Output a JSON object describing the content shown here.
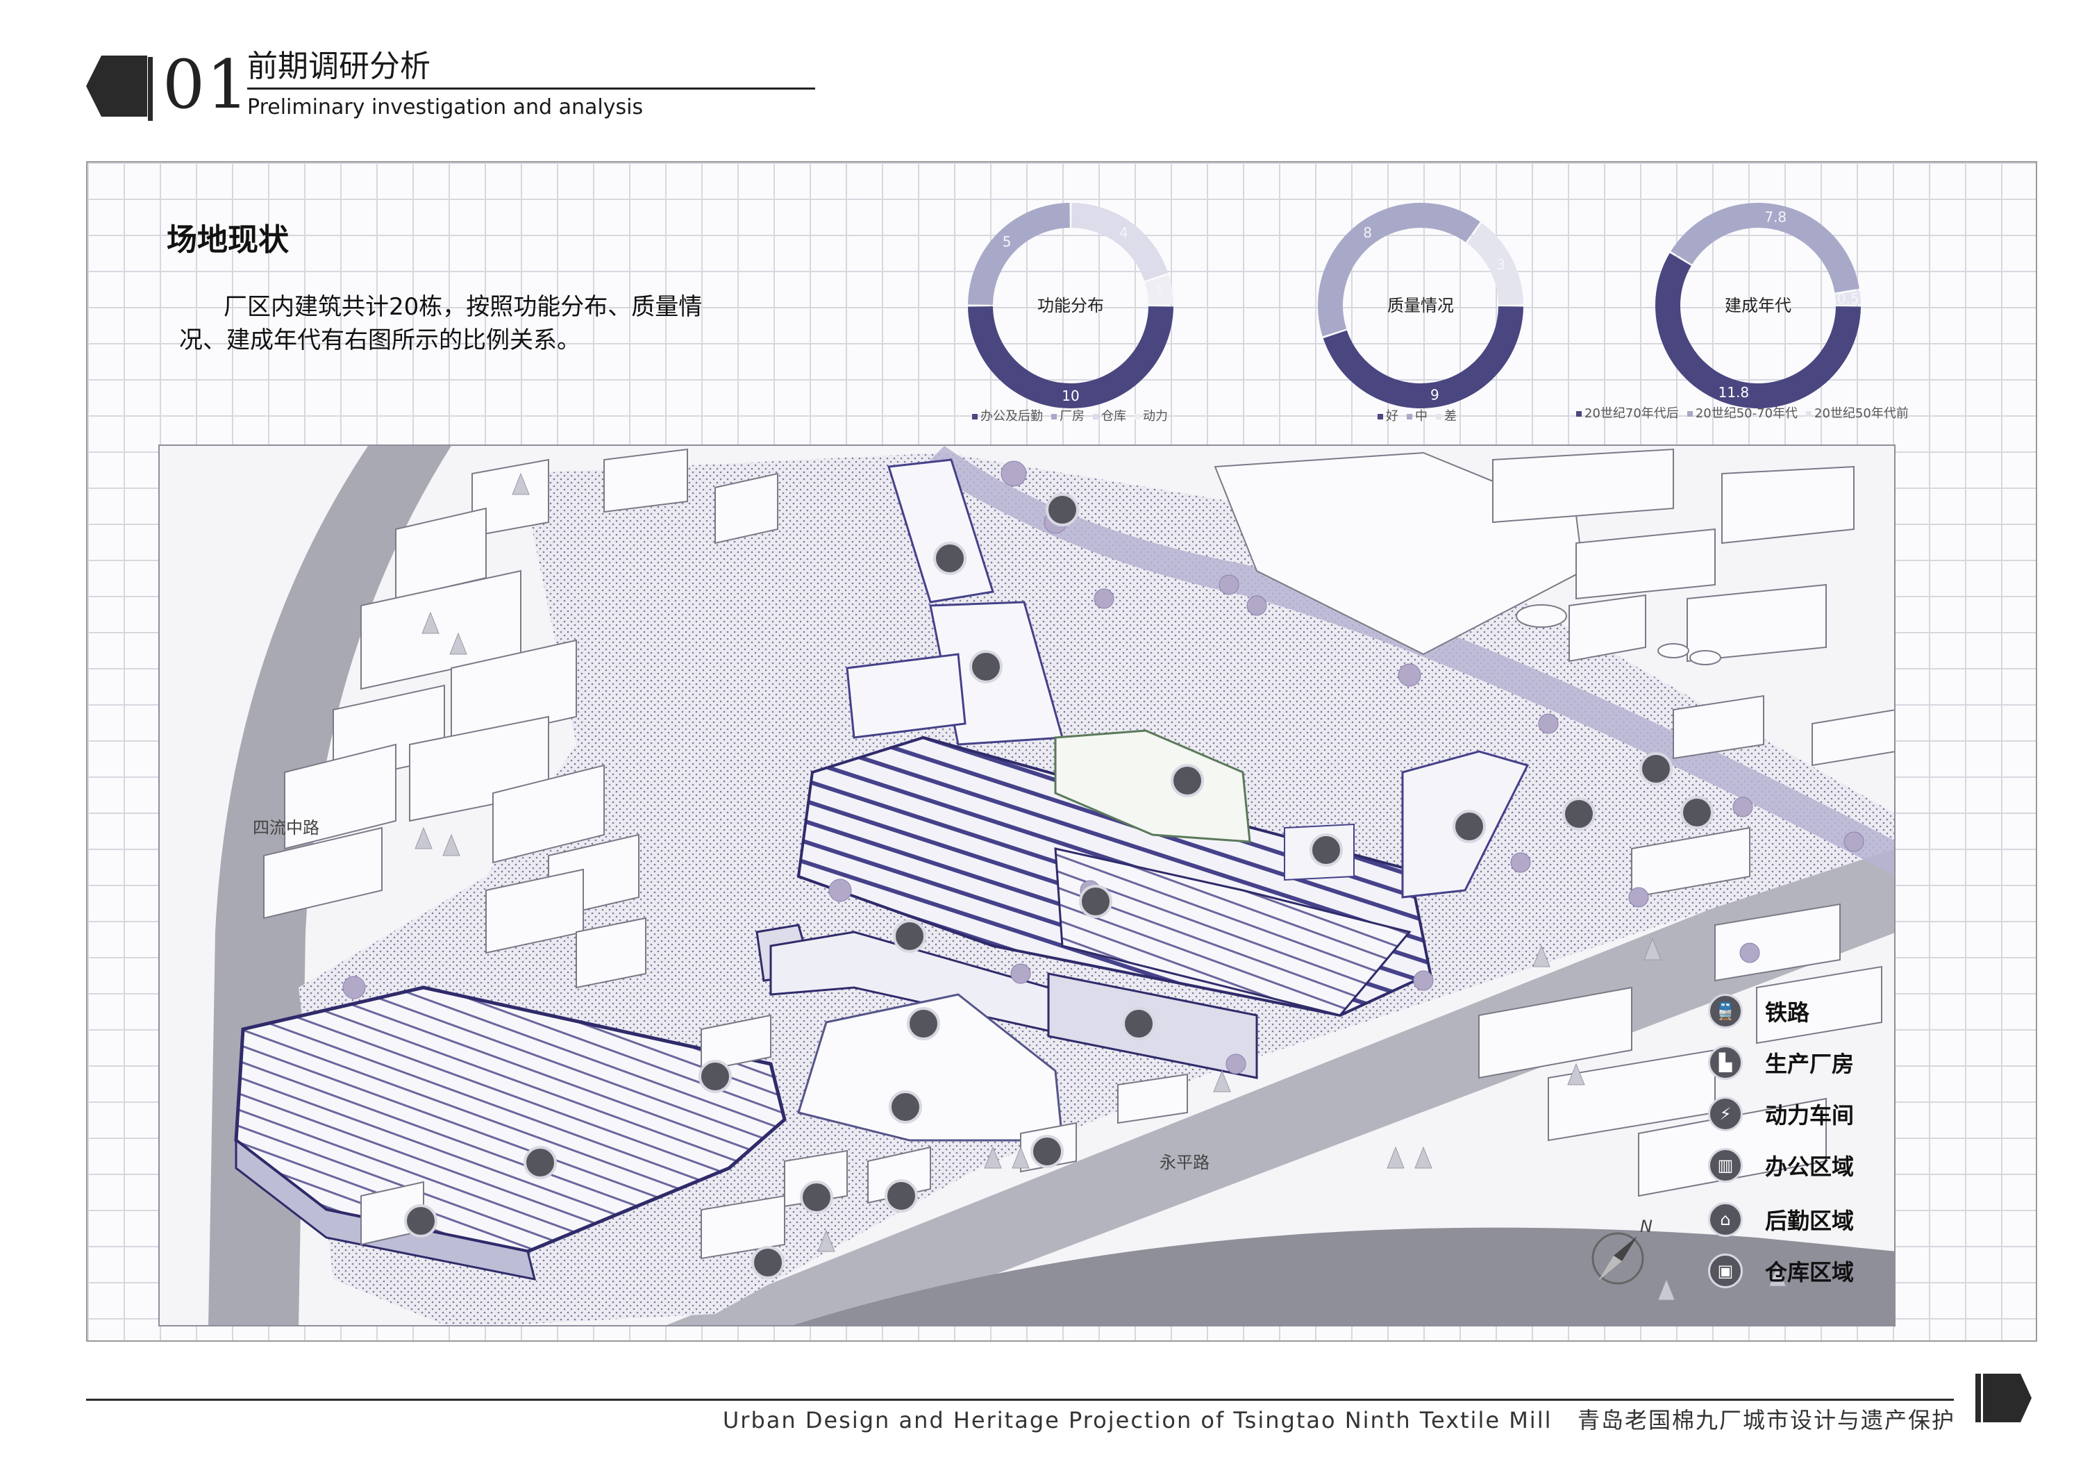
{
  "header": {
    "number": "01",
    "title_cn": "前期调研分析",
    "title_en": "Preliminary investigation and analysis"
  },
  "section": {
    "title": "场地现状",
    "intro": "厂区内建筑共计20栋，按照功能分布、质量情况、建成年代有右图所示的比例关系。"
  },
  "colors": {
    "dark": "#4a4680",
    "mid": "#a8a9c8",
    "light": "#e4e4ee",
    "lighter": "#d2d3e2"
  },
  "chart_data": [
    {
      "type": "pie",
      "variant": "donut",
      "title": "功能分布",
      "labels": [
        "办公及后勤",
        "厂房",
        "仓库",
        "动力"
      ],
      "values": [
        10,
        5,
        4,
        1
      ],
      "value_labels": [
        "10",
        "5",
        "4",
        "1"
      ],
      "colors": [
        "#4a4680",
        "#a8a9c8",
        "#dcdcea",
        "#eeeef4"
      ]
    },
    {
      "type": "pie",
      "variant": "donut",
      "title": "质量情况",
      "labels": [
        "好",
        "中",
        "差"
      ],
      "values": [
        9,
        8,
        3
      ],
      "value_labels": [
        "9",
        "8",
        "3"
      ],
      "colors": [
        "#4a4680",
        "#a8a9c8",
        "#e4e4ee"
      ]
    },
    {
      "type": "pie",
      "variant": "donut",
      "title": "建成年代",
      "labels": [
        "20世纪70年代后",
        "20世纪50-70年代",
        "20世纪50年代前"
      ],
      "values": [
        11.8,
        7.8,
        0.5
      ],
      "value_labels": [
        "11.8",
        "7.8",
        "0.5"
      ],
      "colors": [
        "#4a4680",
        "#a8a9c8",
        "#e4e4ee"
      ]
    }
  ],
  "map": {
    "roads": [
      "四流中路",
      "永平路"
    ],
    "north": "N",
    "legend": [
      {
        "icon": "railway-icon",
        "glyph": "🚆",
        "label": "铁路"
      },
      {
        "icon": "factory-icon",
        "glyph": "▙",
        "label": "生产厂房"
      },
      {
        "icon": "power-icon",
        "glyph": "⚡",
        "label": "动力车间"
      },
      {
        "icon": "office-icon",
        "glyph": "▥",
        "label": "办公区域"
      },
      {
        "icon": "logistics-icon",
        "glyph": "⌂",
        "label": "后勤区域"
      },
      {
        "icon": "warehouse-icon",
        "glyph": "▣",
        "label": "仓库区域"
      }
    ]
  },
  "footer": {
    "text_en": "Urban Design and Heritage Projection of Tsingtao Ninth Textile Mill",
    "text_cn": "青岛老国棉九厂城市设计与遗产保护"
  }
}
